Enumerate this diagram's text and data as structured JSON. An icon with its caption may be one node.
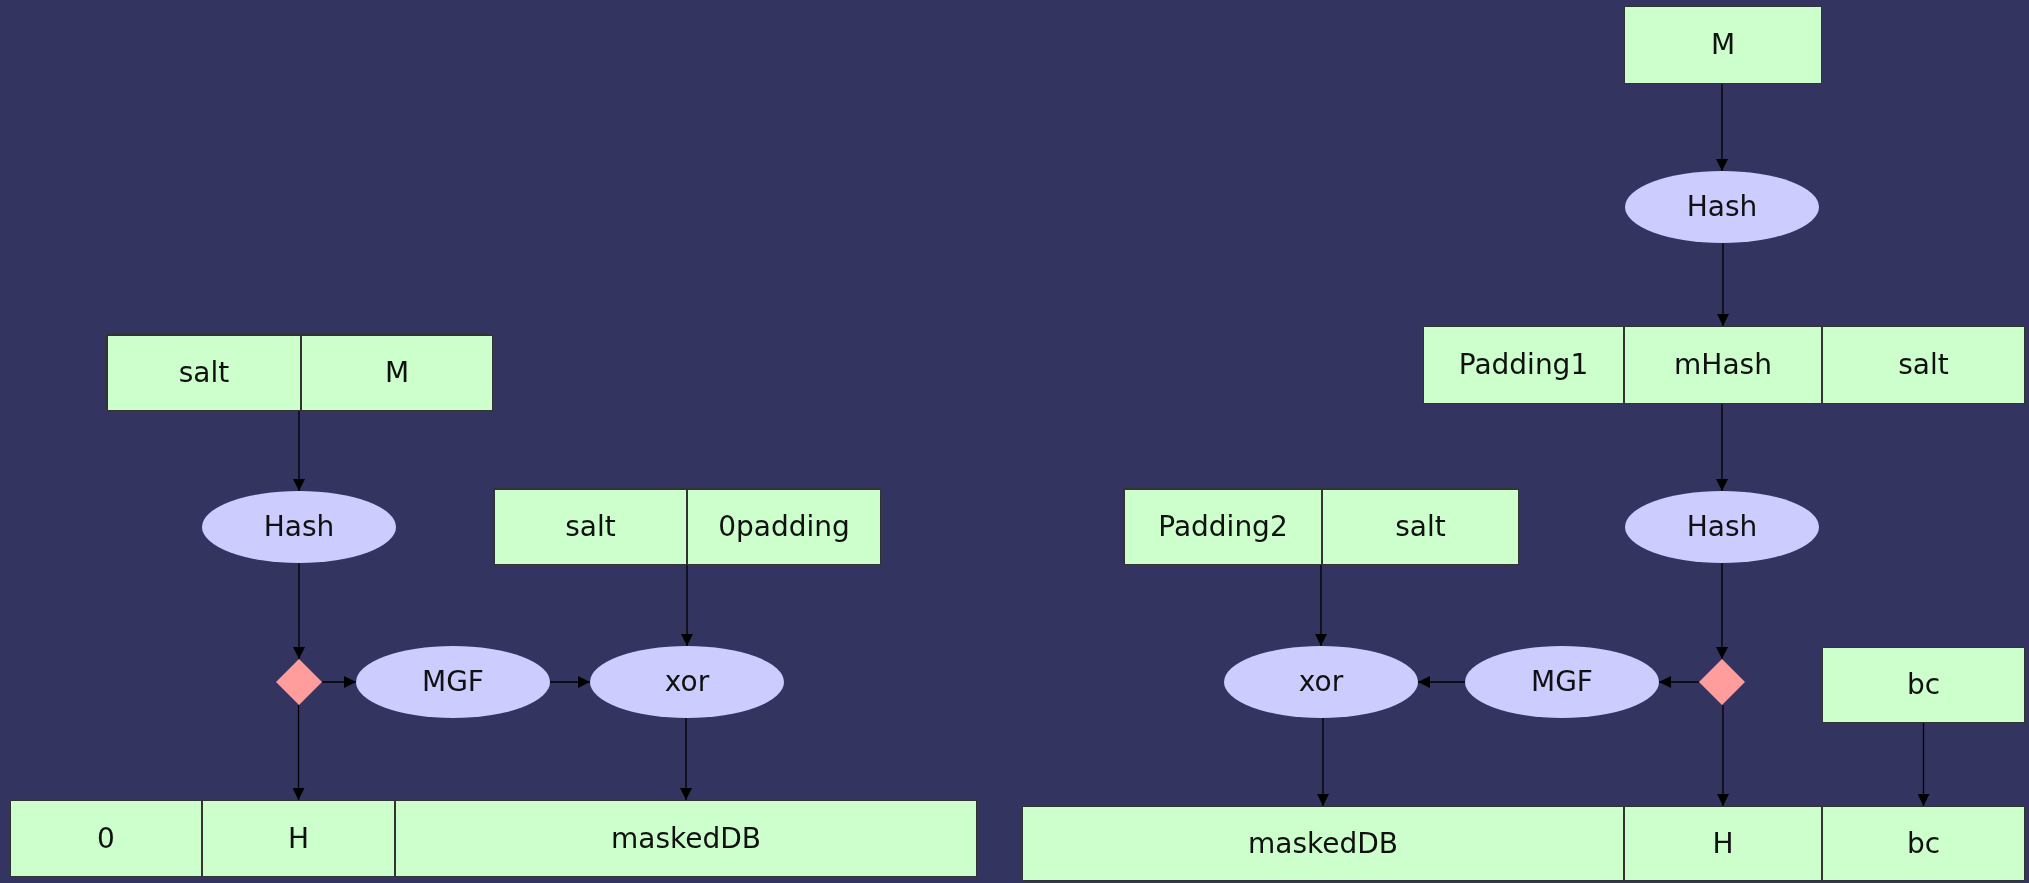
{
  "diagram": {
    "nodes": [
      {
        "text": [],
        "shape": "box"
      },
      {
        "text": [
          "salt"
        ],
        "in": 0
      },
      {
        "text": [
          "M"
        ],
        "in": 0
      },
      {
        "text": [
          "Hash"
        ]
      },
      {
        "text": [],
        "shape": "box"
      },
      {
        "text": [
          "salt"
        ],
        "in": 4
      },
      {
        "text": [
          "0padding"
        ],
        "in": 4
      },
      {
        "text": [],
        "shape": "diamond"
      },
      {
        "text": [
          "MGF"
        ]
      },
      {
        "text": [
          "xor"
        ]
      },
      {
        "text": [
          "0"
        ]
      },
      {
        "text": [
          "H"
        ]
      },
      {
        "text": [
          "maskedDB"
        ]
      },
      {
        "text": [
          "M"
        ]
      },
      {
        "text": [
          "Hash"
        ]
      },
      {
        "text": [
          "Padding1"
        ]
      },
      {
        "text": [
          "mHash"
        ]
      },
      {
        "text": [
          "salt"
        ]
      },
      {
        "text": [],
        "shape": "box"
      },
      {
        "text": [
          "Padding2"
        ],
        "in": 18
      },
      {
        "text": [
          "salt"
        ],
        "in": 18
      },
      {
        "text": [
          "Hash"
        ]
      },
      {
        "text": [
          "xor"
        ]
      },
      {
        "text": [
          "MGF"
        ]
      },
      {
        "text": [],
        "shape": "diamond"
      },
      {
        "text": [
          "bc"
        ]
      },
      {
        "text": [
          "maskedDB"
        ]
      },
      {
        "text": [
          "H"
        ]
      },
      {
        "text": [
          "bc"
        ]
      }
    ],
    "edges": [
      {
        "from": 0,
        "to": 3,
        "arrow": "to"
      },
      {
        "from": 3,
        "to": 7,
        "arrow": "to"
      },
      {
        "from": 7,
        "to": 8,
        "arrow": "to"
      },
      {
        "from": 8,
        "to": 9,
        "arrow": "to"
      },
      {
        "from": 4,
        "to": 9,
        "arrow": "to"
      },
      {
        "from": 9,
        "to": 12,
        "arrow": "to"
      },
      {
        "from": 7,
        "to": 11,
        "arrow": "to"
      },
      {
        "from": 13,
        "to": 14,
        "arrow": "to"
      },
      {
        "from": 14,
        "to": 16,
        "arrow": "to"
      },
      {
        "from": 16,
        "to": 21,
        "arrow": "to"
      },
      {
        "from": 21,
        "to": 24,
        "arrow": "to"
      },
      {
        "from": 24,
        "to": 23,
        "arrow": "to"
      },
      {
        "from": 23,
        "to": 22,
        "arrow": "to"
      },
      {
        "from": 18,
        "to": 22,
        "arrow": "to"
      },
      {
        "from": 22,
        "to": 26,
        "arrow": "to"
      },
      {
        "from": 24,
        "to": 27,
        "arrow": "to"
      },
      {
        "from": 25,
        "to": 28,
        "arrow": "to"
      }
    ]
  }
}
